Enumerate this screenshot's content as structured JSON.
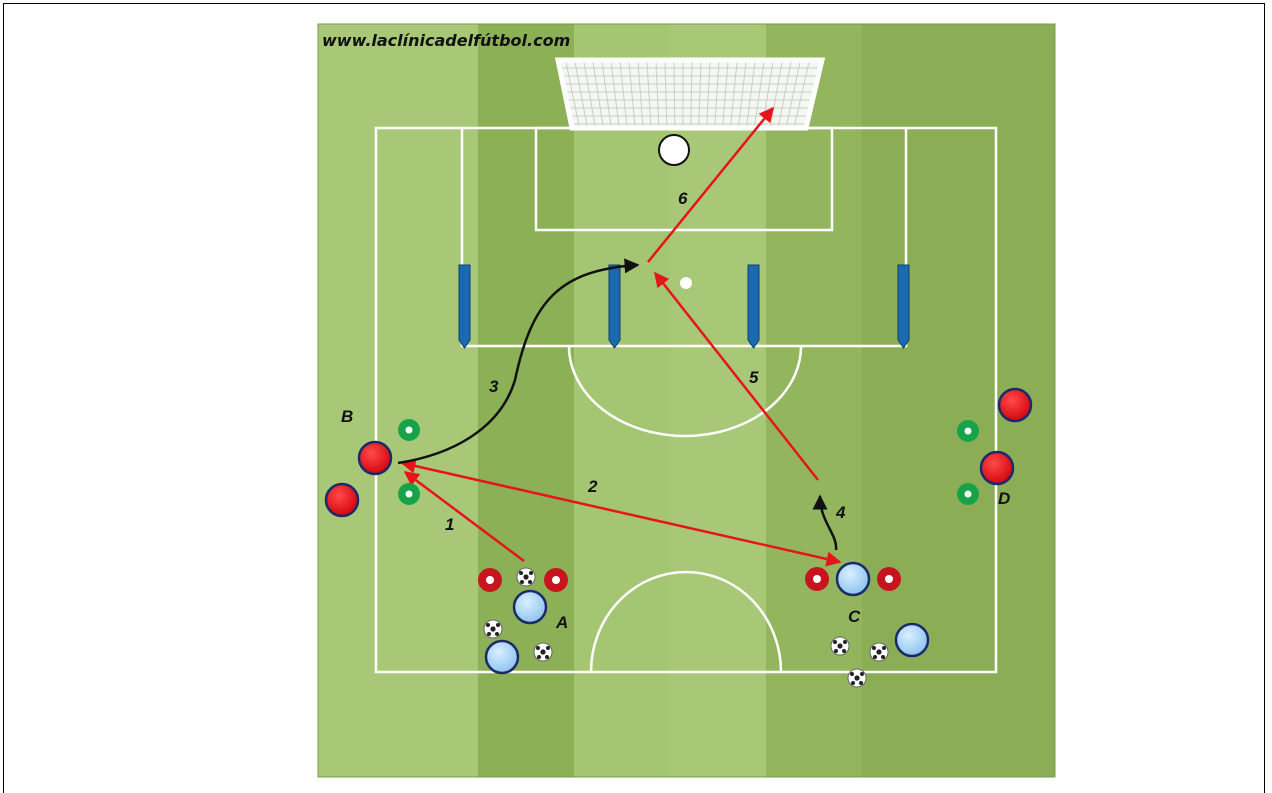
{
  "watermark": "www.laclínicadelfútbol.com",
  "steps": [
    {
      "id": "step-1",
      "label": "1"
    },
    {
      "id": "step-2",
      "label": "2"
    },
    {
      "id": "step-3",
      "label": "3"
    },
    {
      "id": "step-4",
      "label": "4"
    },
    {
      "id": "step-5",
      "label": "5"
    },
    {
      "id": "step-6",
      "label": "6"
    }
  ],
  "positions": [
    {
      "id": "position-a",
      "label": "A"
    },
    {
      "id": "position-b",
      "label": "B"
    },
    {
      "id": "position-c",
      "label": "C"
    },
    {
      "id": "position-d",
      "label": "D"
    }
  ],
  "colors": {
    "grass_dark": "#8fb25a",
    "grass_light": "#a9c978",
    "pitch_lines": "#ffffff",
    "pass_arrow": "#e8141b",
    "run_arrow": "#111111",
    "team_red": "#e8121a",
    "team_light_blue": "#a8d4f5",
    "marker_green": "#17a349",
    "marker_red": "#c8141e",
    "pole_blue": "#1b69b0",
    "goalkeeper": "#ffffff"
  }
}
